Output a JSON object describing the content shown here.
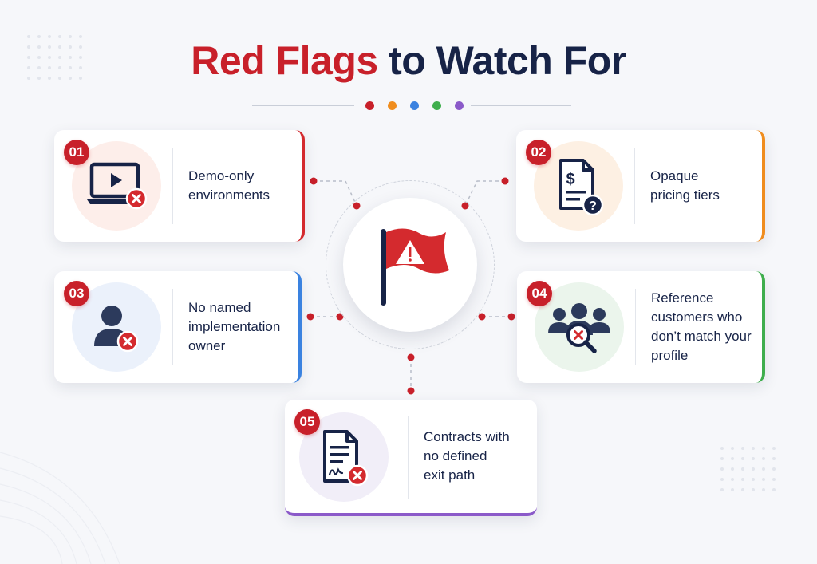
{
  "title": {
    "highlight": "Red Flags",
    "rest": "to Watch For"
  },
  "accent_dots": [
    "#c8202a",
    "#f08d1e",
    "#3a82e0",
    "#3fae4d",
    "#8b5ac9"
  ],
  "center": {
    "icon": "warning-flag-icon",
    "flag_color": "#d42a2e"
  },
  "flags": [
    {
      "number": "01",
      "text": "Demo-only\nenvironments",
      "icon": "video-player-error-icon",
      "accent": "#d42a2e"
    },
    {
      "number": "02",
      "text": "Opaque\npricing tiers",
      "icon": "price-document-question-icon",
      "accent": "#f08d1e"
    },
    {
      "number": "03",
      "text": "No named\nimplementation\nowner",
      "icon": "user-error-icon",
      "accent": "#3a82e0"
    },
    {
      "number": "04",
      "text": "Reference\ncustomers who\ndon’t match your\nprofile",
      "icon": "group-search-error-icon",
      "accent": "#3fae4d"
    },
    {
      "number": "05",
      "text": "Contracts with\nno defined\nexit path",
      "icon": "signed-contract-error-icon",
      "accent": "#8b5ac9"
    }
  ]
}
